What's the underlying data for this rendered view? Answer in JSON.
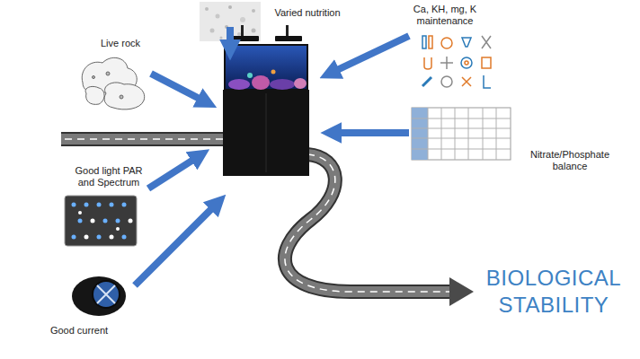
{
  "diagram": {
    "labels": [
      "Live rock",
      "Varied nutrition",
      "Ca, KH, mg, K maintenance",
      "Good light PAR and Spectrum",
      "Nitrate/Phosphate balance",
      "Good current",
      "BIOLOGICAL STABILITY"
    ]
  }
}
